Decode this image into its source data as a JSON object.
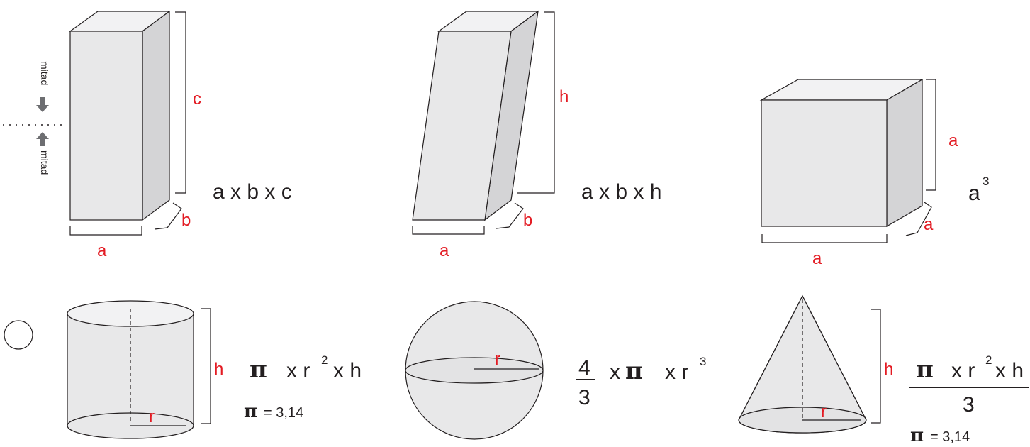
{
  "colors": {
    "label_red": "#e31b23",
    "text_black": "#231f20",
    "face_front": "#e8e8e9",
    "face_top": "#f2f2f3",
    "face_side": "#d4d4d6"
  },
  "labels": {
    "a": "a",
    "b": "b",
    "c": "c",
    "h": "h",
    "r": "r",
    "mitad": "mitad"
  },
  "formulas": {
    "prism": "a x b x c",
    "oblique_prism": "a x b x h",
    "cube_base": "a",
    "cube_exp": "3",
    "cylinder_pi": "π",
    "cylinder_part1": "x r",
    "cylinder_exp": "2",
    "cylinder_part2": "x h",
    "pi_value_pi": "π",
    "pi_value": "= 3,14",
    "sphere_num": "4",
    "sphere_den": "3",
    "sphere_x": "x",
    "sphere_pi": "π",
    "sphere_part": "x r",
    "sphere_exp": "3",
    "cone_pi": "π",
    "cone_part1": "x r",
    "cone_exp": "2",
    "cone_part2": "x h",
    "cone_den": "3"
  }
}
